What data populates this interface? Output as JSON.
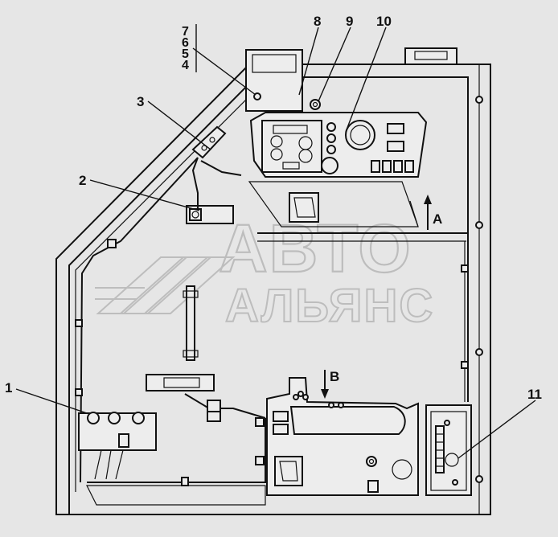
{
  "callouts": [
    {
      "id": "1",
      "text": "1"
    },
    {
      "id": "2",
      "text": "2"
    },
    {
      "id": "3",
      "text": "3"
    },
    {
      "id": "8",
      "text": "8"
    },
    {
      "id": "9",
      "text": "9"
    },
    {
      "id": "10",
      "text": "10"
    },
    {
      "id": "11",
      "text": "11"
    }
  ],
  "stack_labels": [
    "7",
    "6",
    "5",
    "4"
  ],
  "view_markers": {
    "a": "A",
    "b": "B"
  },
  "watermark": {
    "line1": "АВТО",
    "line2": "АЛЬЯНС"
  }
}
